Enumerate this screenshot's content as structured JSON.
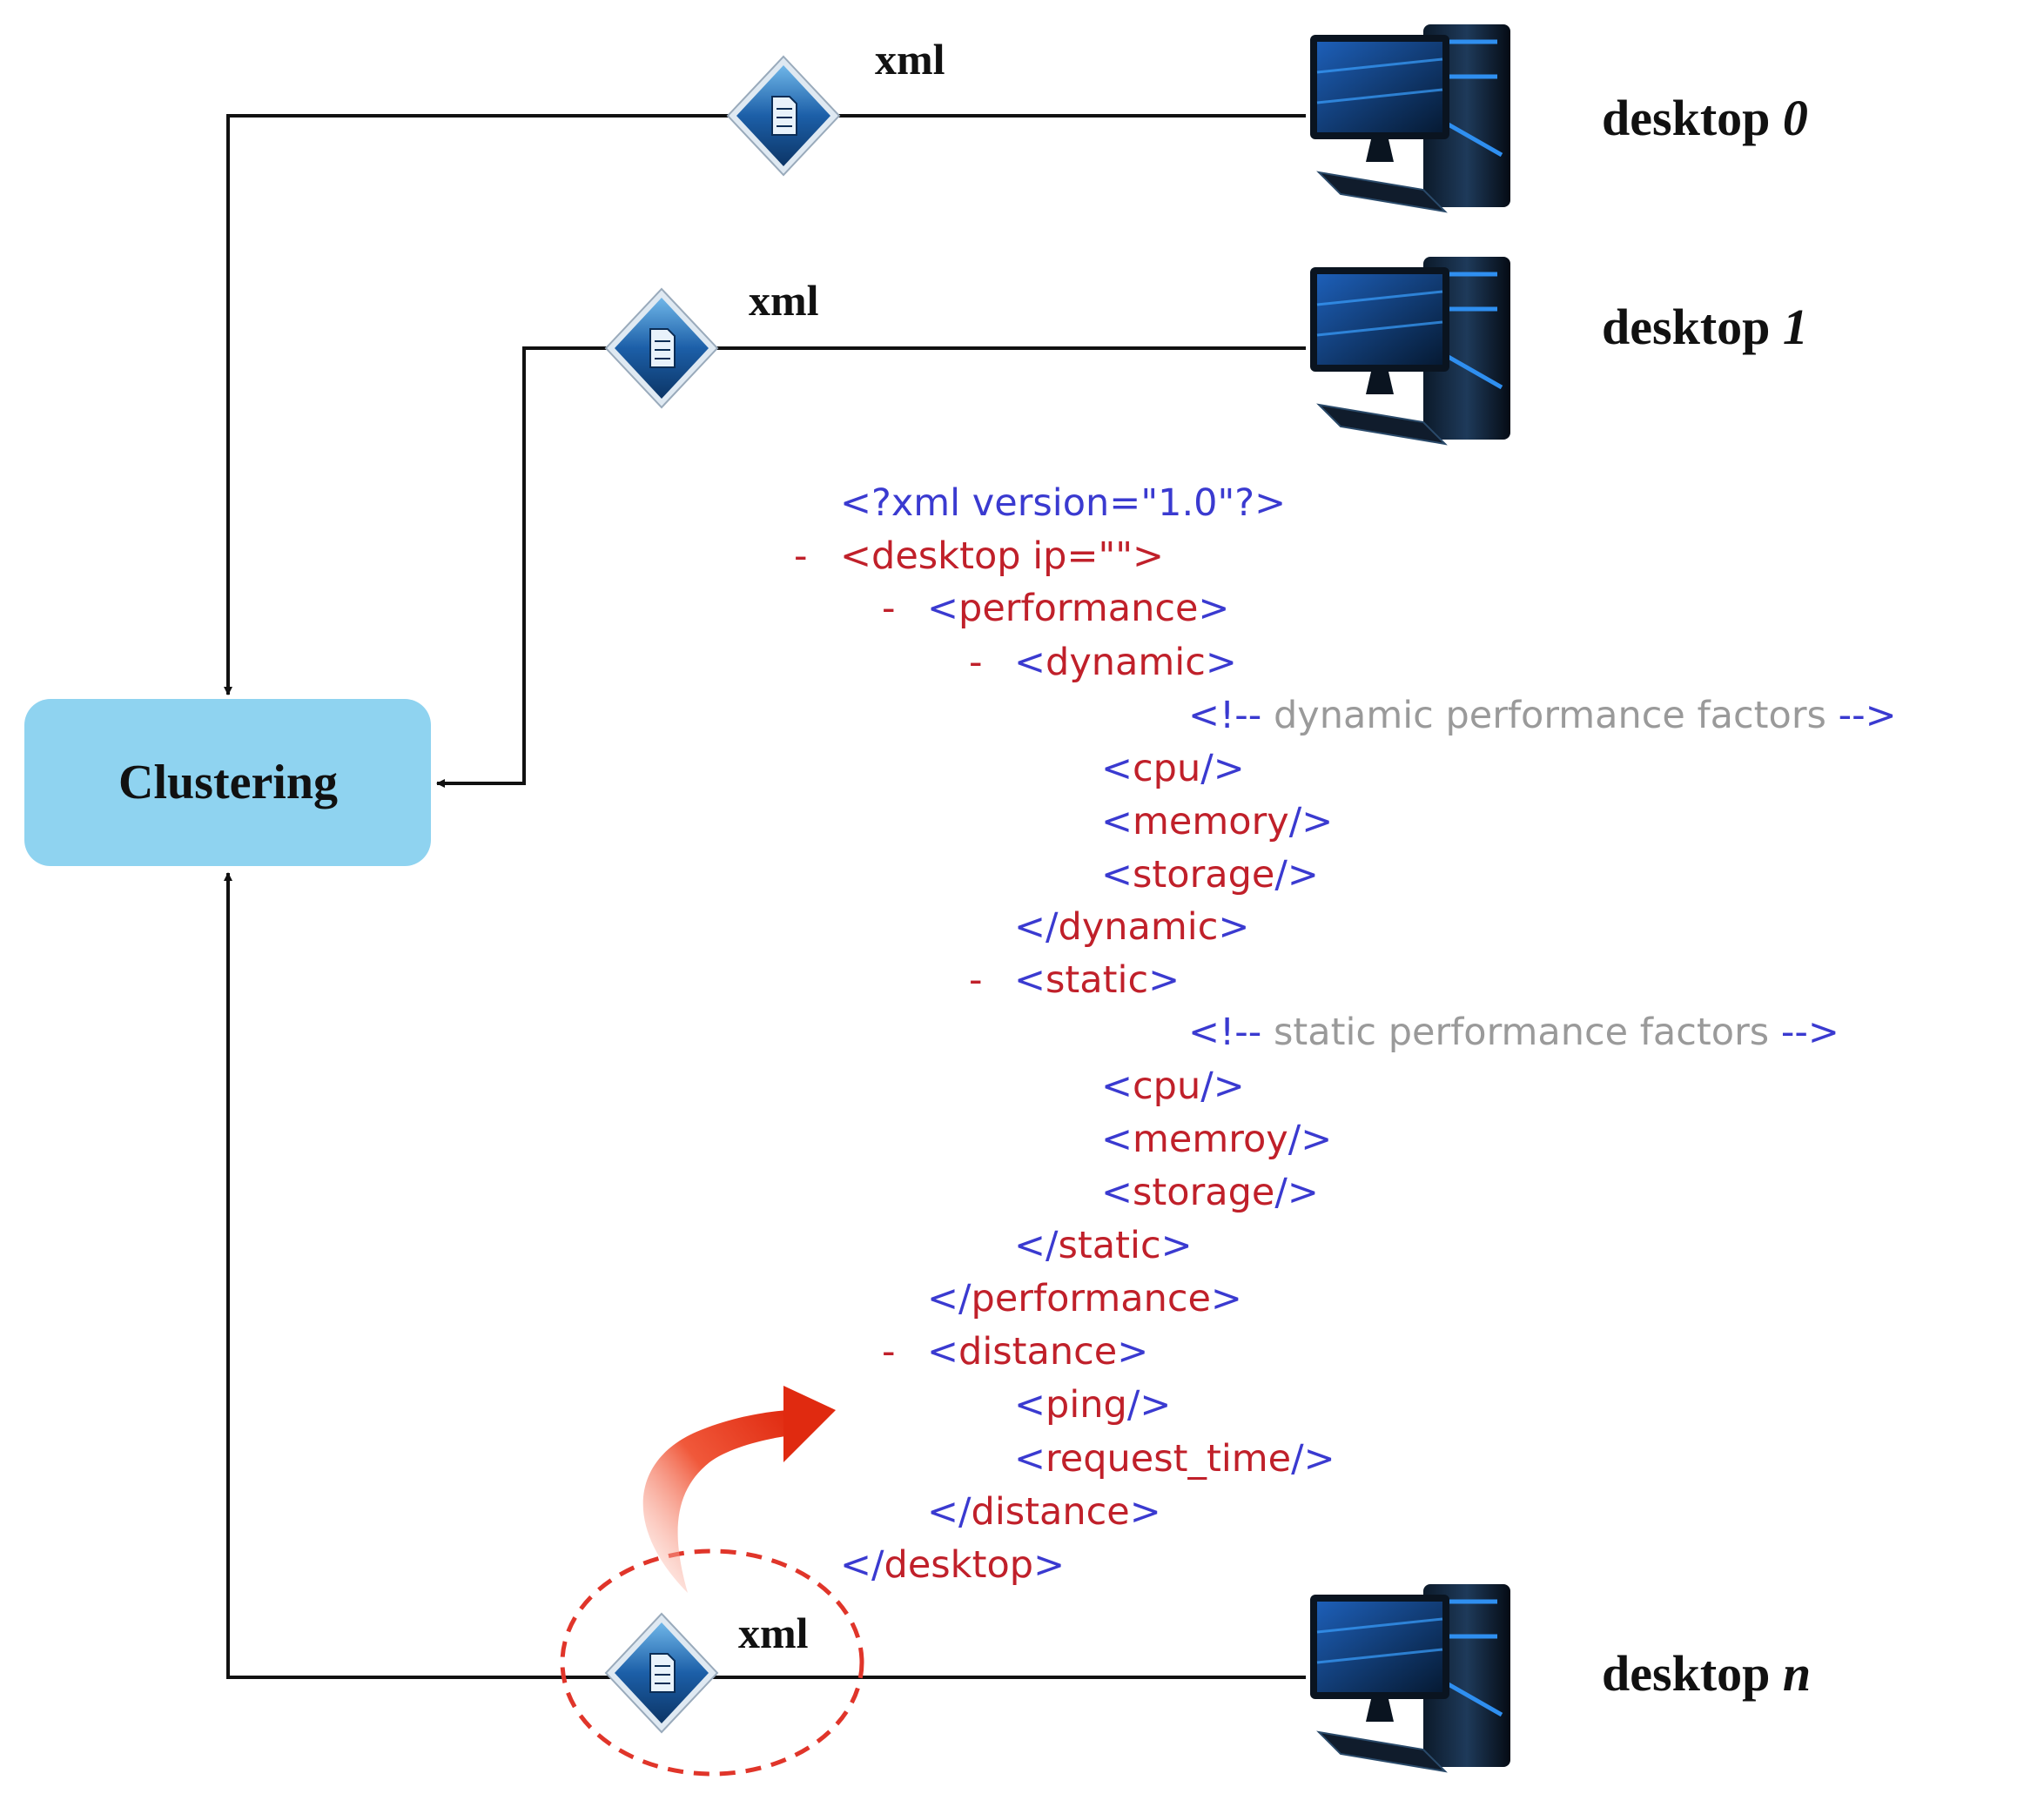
{
  "clustering": {
    "label": "Clustering"
  },
  "desktops": [
    {
      "name": "desktop",
      "index": "0",
      "xml_label": "xml"
    },
    {
      "name": "desktop",
      "index": "1",
      "xml_label": "xml"
    },
    {
      "name": "desktop",
      "index": "n",
      "xml_label": "xml"
    }
  ],
  "xml_doc": {
    "decl": "<?xml version=\"1.0\"?>",
    "collapse_marker": "-",
    "desktop_open": "<desktop ip=\"\">",
    "performance_open": "<performance>",
    "dynamic_open": "<dynamic>",
    "dynamic_comment": {
      "open": "<!--",
      "text": "dynamic performance factors",
      "close": "-->"
    },
    "dynamic_items": [
      "<cpu/>",
      "<memory/>",
      "<storage/>"
    ],
    "dynamic_close": "</dynamic>",
    "static_open": "<static>",
    "static_comment": {
      "open": "<!--",
      "text": "static performance factors",
      "close": "-->"
    },
    "static_items": [
      "<cpu/>",
      "<memroy/>",
      "<storage/>"
    ],
    "static_close": "</static>",
    "performance_close": "</performance>",
    "distance_open": "<distance>",
    "distance_items": [
      "<ping/>",
      "<request_time/>"
    ],
    "distance_close": "</distance>",
    "desktop_close": "</desktop>"
  },
  "colors": {
    "tag_red": "#c0202a",
    "tag_blue": "#3a3ad0",
    "comment_gray": "#9a9a9a",
    "clustering_fill": "#8fd3f0",
    "accent_arrow": "#e8301a",
    "dashed_circle": "#e0352a"
  }
}
